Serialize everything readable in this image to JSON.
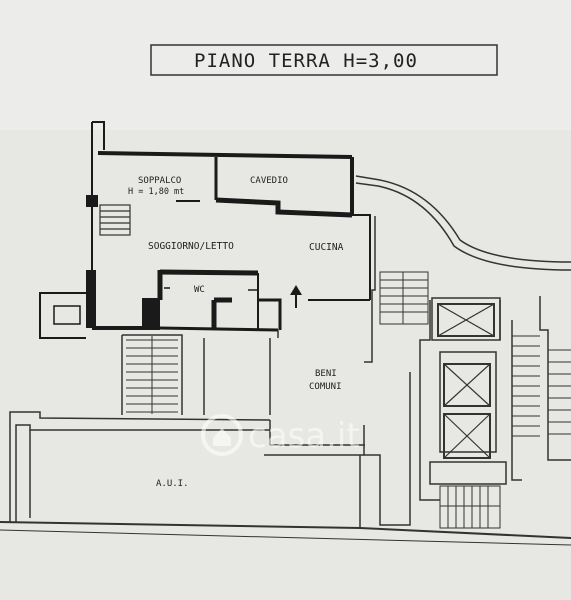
{
  "title": "PIANO TERRA H=3,00",
  "rooms": {
    "soppalco": "SOPPALCO",
    "soppalco_height": "H = 1,80 mt",
    "cavedio": "CAVEDIO",
    "soggiorno": "SOGGIORNO/LETTO",
    "cucina": "CUCINA",
    "wc": "WC",
    "beni_line1": "BENI",
    "beni_line2": "COMUNI",
    "aui": "A.U.I."
  },
  "watermark": "casa.it",
  "colors": {
    "paper": "#e7e7e3",
    "ink": "#1a1a1a",
    "thin_line": "#333333"
  }
}
